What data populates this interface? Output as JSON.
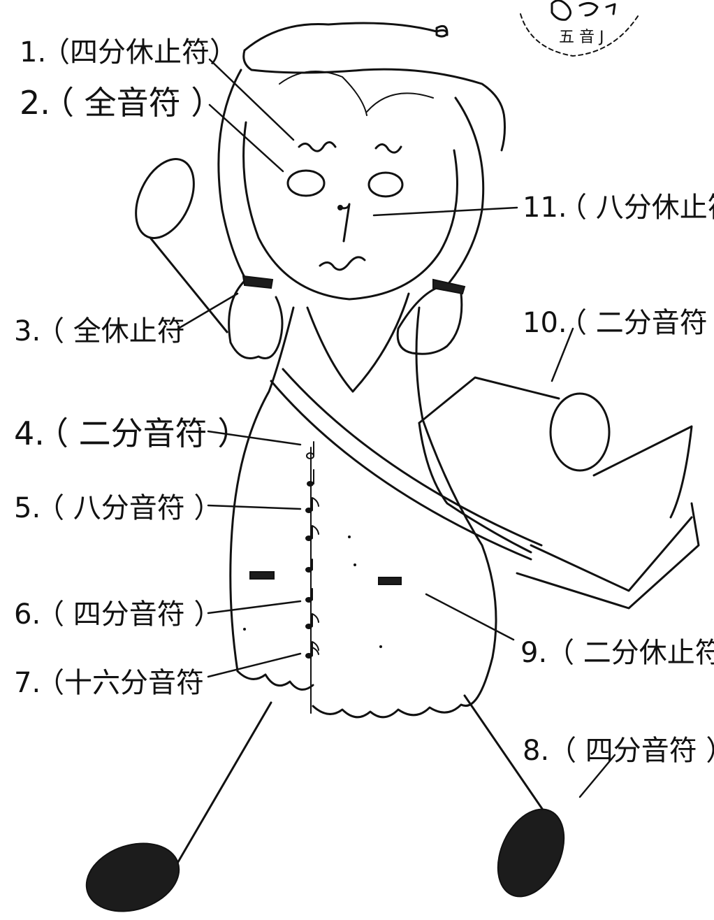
{
  "labels": [
    {
      "num": "1.",
      "text": "（四分休止符）"
    },
    {
      "num": "2.",
      "text": "（ 全音符 ）"
    },
    {
      "num": "3.",
      "text": "（ 全休止符"
    },
    {
      "num": "4.",
      "text": "（ 二分音符 ）"
    },
    {
      "num": "5.",
      "text": "（ 八分音符 ）"
    },
    {
      "num": "6.",
      "text": "（ 四分音符 ）"
    },
    {
      "num": "7.",
      "text": "（十六分音符"
    },
    {
      "num": "8.",
      "text": "（ 四分音符 ）"
    },
    {
      "num": "9.",
      "text": "（ 二分休止符"
    },
    {
      "num": "10.",
      "text": "（ 二分音符 ）"
    },
    {
      "num": "11.",
      "text": "（ 八分休止符"
    }
  ],
  "colors": {
    "ink": "#111111",
    "paper": "#ffffff"
  },
  "stamp": {
    "text": "五 音 J"
  }
}
